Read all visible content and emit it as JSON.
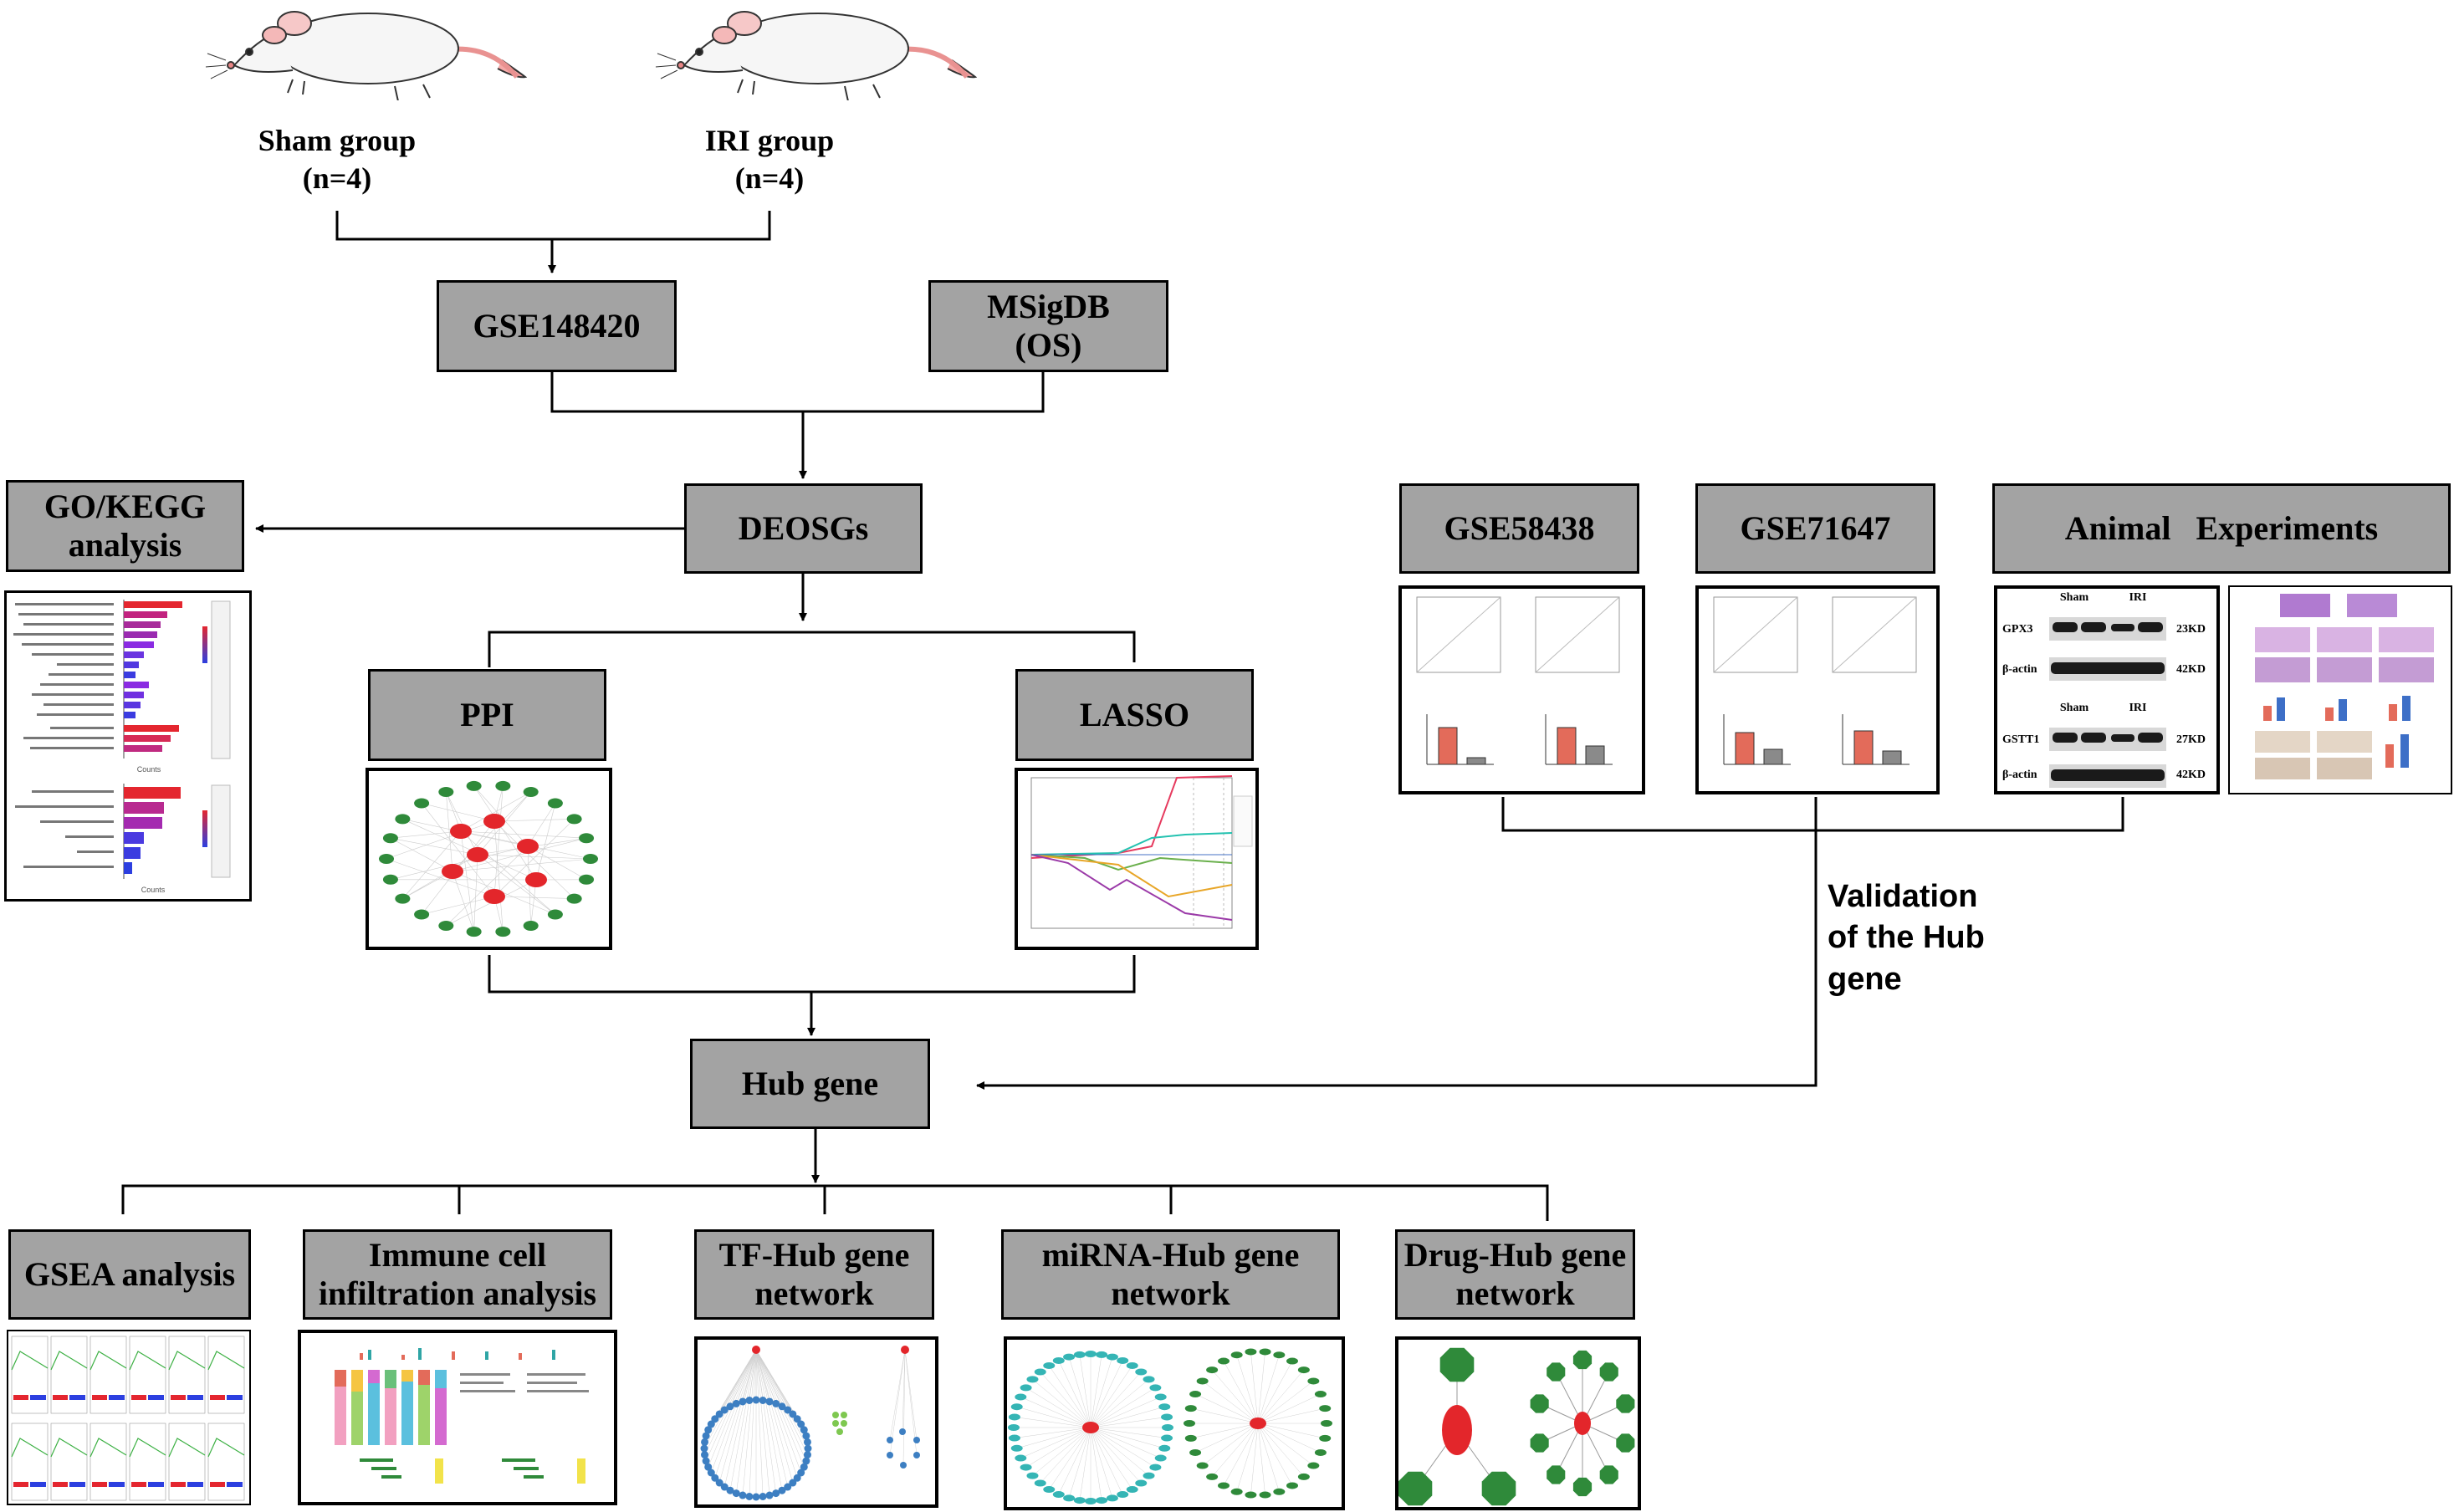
{
  "groups": {
    "sham_line1": "Sham group",
    "sham_line2": "(n=4)",
    "iri_line1": "IRI group",
    "iri_line2": "(n=4)"
  },
  "boxes": {
    "gse148420": "GSE148420",
    "msigdb_line1": "MSigDB",
    "msigdb_line2": "(OS)",
    "go_kegg_line1": "GO/KEGG",
    "go_kegg_line2": "analysis",
    "deosgs": "DEOSGs",
    "ppi": "PPI",
    "lasso": "LASSO",
    "hub_gene": "Hub gene",
    "gse58438": "GSE58438",
    "gse71647": "GSE71647",
    "animal_experiments": "Animal   Experiments",
    "gsea": "GSEA analysis",
    "immune_line1": "Immune cell",
    "immune_line2": "infiltration analysis",
    "tf_line1": "TF-Hub gene",
    "tf_line2": "network",
    "mirna_line1": "miRNA-Hub gene",
    "mirna_line2": "network",
    "drug_line1": "Drug-Hub gene",
    "drug_line2": "network"
  },
  "validation": {
    "line1": "Validation",
    "line2": "of the Hub",
    "line3": "gene"
  },
  "western_blot": {
    "col_sham": "Sham",
    "col_iri": "IRI",
    "row_gpx3": "GPX3",
    "row_bactin": "β-actin",
    "row_gstt1": "GSTT1",
    "kd_23": "23KD",
    "kd_42a": "42KD",
    "kd_27": "27KD",
    "kd_42b": "42KD"
  },
  "go_panel": {
    "xlabel": "Counts"
  },
  "colors": {
    "box_fill": "#a3a3a3",
    "node_red": "#e3262b",
    "node_green": "#2f8a3a",
    "node_blue": "#3d7fc2",
    "node_teal": "#35b5b5",
    "bar_red": "#e4262f",
    "bar_purple": "#8a2be2",
    "bar_blue": "#2c3fe0"
  }
}
